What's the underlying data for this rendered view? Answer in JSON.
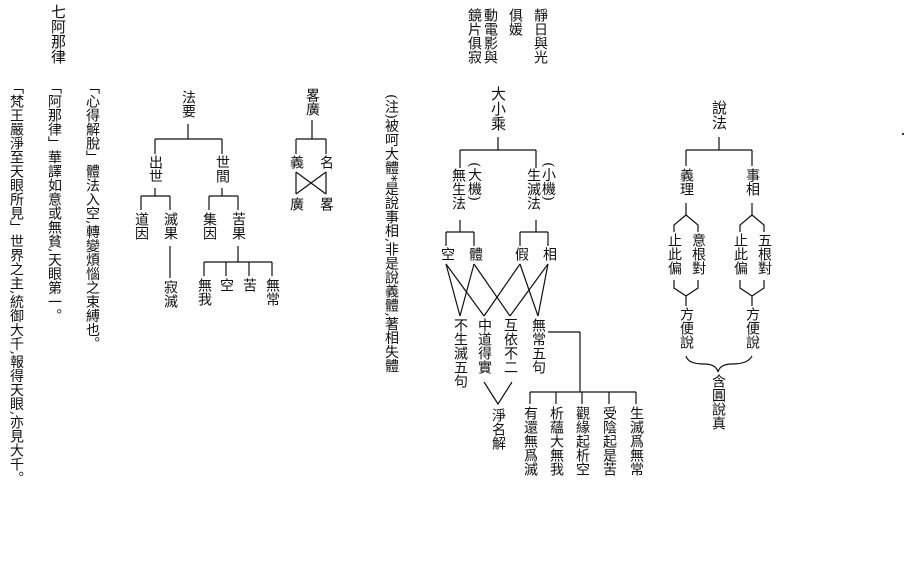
{
  "chapter_title": "七阿那律",
  "poem": [
    "靜日與光",
    "俱媛",
    "動電影與",
    "鏡片俱寂"
  ],
  "shuofa": {
    "root": "說法",
    "shixiang": "事相",
    "yili": "義理",
    "wugendui": "五根對",
    "zhicipian_1": "止此偏",
    "yigendui": "意根對",
    "zhicipian_2": "止此偏",
    "fangbianshuo_1": "方便說",
    "fangbianshuo_2": "方便說",
    "hanyuanshuozhen": "含圓說真"
  },
  "dasheng": {
    "root": "大小乘",
    "xiaoji": "(小機)",
    "shengmiefa": "生滅法",
    "daji": "(大機)",
    "wushengfa": "無生法",
    "xiang": "相",
    "jia": "假",
    "ti": "體",
    "kong": "空",
    "wuchangwuju": "無常五句",
    "huyibuer": "互依不二",
    "zhongdaodeshi": "中道得實",
    "bushengmiewuju": "不生滅五句",
    "jingjie": "淨名解",
    "shengmieweiwuchang": "生滅爲無常",
    "shouyinqishiku": "受陰起是苦",
    "guanyuanqixikong": "觀緣起析空",
    "xiyundawuwo": "析蘊大無我",
    "youhuanwuweimie": "有還無爲滅"
  },
  "note": "(注)被呵大體*是說事相,非是說義體,著相失體",
  "luelue": {
    "root": "畧廣",
    "ming": "名",
    "yi": "義",
    "lue": "畧",
    "guang": "廣"
  },
  "fayao": {
    "root": "法要",
    "shijian": "世間",
    "chushi": "出世",
    "kuguo": "苦果",
    "jiyin": "集因",
    "mieguo": "滅果",
    "daoyin": "道因",
    "wuchang": "無常",
    "ku": "苦",
    "kong": "空",
    "wuwo": "無我",
    "jimie": "寂滅"
  },
  "body_text": [
    "「心得解脫」體法入空,轉變煩惱之束縛也。",
    "「阿那律」華譯如意或無貧,天眼第一。",
    "「梵王嚴淨至天眼所見」世界之主,統御大千,報得天眼,亦見大千。"
  ]
}
